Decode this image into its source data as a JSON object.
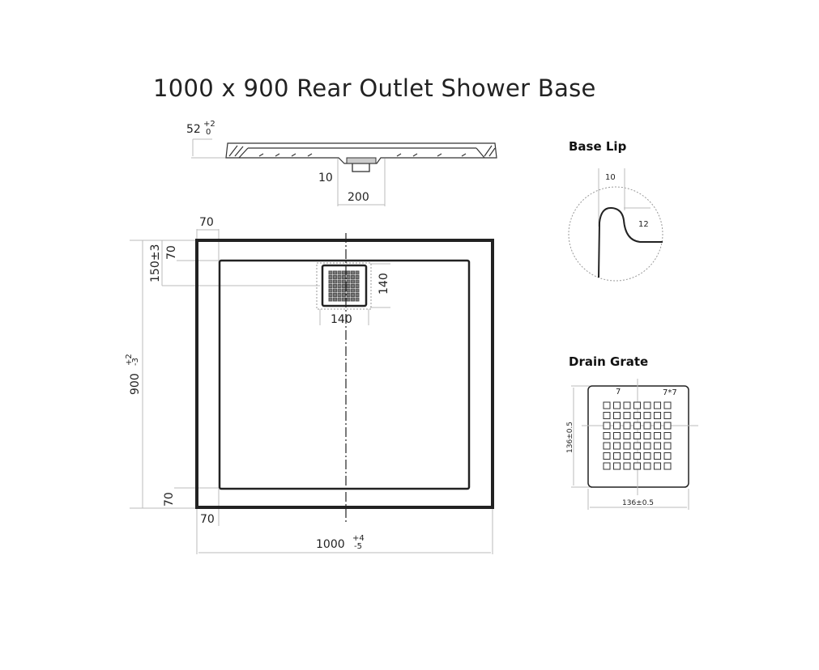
{
  "title": "1000 x 900 Rear Outlet Shower Base",
  "side_view": {
    "height_dim": "52",
    "height_tol_upper": "+2",
    "height_tol_lower": "0",
    "drain_depth_dim": "10",
    "drain_width_dim": "200"
  },
  "plan_view": {
    "top_left_rim_width": "70",
    "top_rim_height": "70",
    "drain_offset_dim": "150±3",
    "drain_height_dim": "140",
    "drain_width_dim": "140",
    "depth_dim": "900",
    "depth_tol_upper": "+2",
    "depth_tol_lower": "-3",
    "bottom_rim_height": "70",
    "bottom_left_rim_width": "70",
    "width_dim": "1000",
    "width_tol_upper": "+4",
    "width_tol_lower": "-5"
  },
  "base_lip": {
    "heading": "Base Lip",
    "width_dim": "10",
    "height_dim": "12"
  },
  "drain_grate": {
    "heading": "Drain Grate",
    "pitch_dim": "7",
    "hole_dim": "7*7",
    "height_dim": "136±0.5",
    "width_dim": "136±0.5",
    "hole_rows": 7,
    "hole_cols": 7
  }
}
